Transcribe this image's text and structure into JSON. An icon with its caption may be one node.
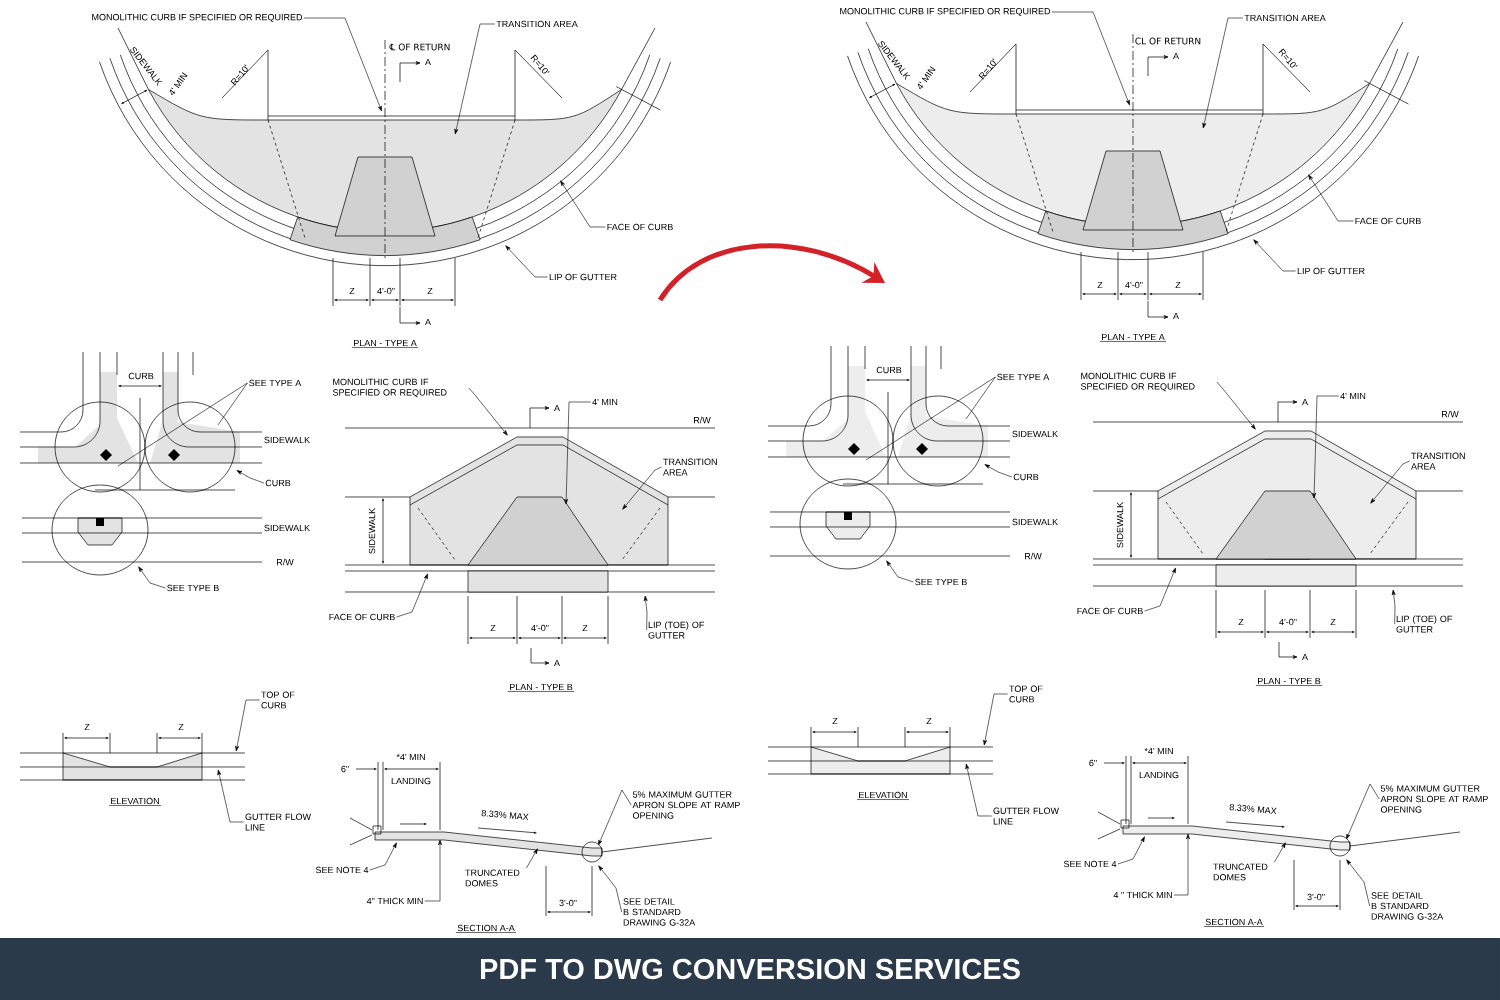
{
  "diagram": {
    "title": "PDF TO DWG CONVERSION SERVICES",
    "nodes": [
      {
        "text": [
          "MONOLITHIC CURB IF SPECIFIED OR REQUIRED"
        ]
      },
      {
        "text": [
          "TRANSITION AREA"
        ]
      },
      {
        "text": [
          "FACE OF CURB"
        ]
      },
      {
        "text": [
          "LIP OF GUTTER"
        ]
      },
      {
        "text": [
          "SEE TYPE A"
        ]
      },
      {
        "text": [
          "CURB"
        ]
      },
      {
        "text": [
          "SEE TYPE B"
        ]
      },
      {
        "text": [
          "MONOLITHIC CURB IF SPECIFIED OR REQUIRED"
        ]
      },
      {
        "text": [
          "4' MIN"
        ]
      },
      {
        "text": [
          "TRANSITION AREA"
        ]
      },
      {
        "text": [
          "FACE OF CURB"
        ]
      },
      {
        "text": [
          "LIP (TOE) OF GUTTER"
        ]
      },
      {
        "text": [
          "TOP OF CURB"
        ]
      },
      {
        "text": [
          "GUTTER FLOW LINE"
        ]
      },
      {
        "text": [
          "5% MAXIMUM GUTTER APRON SLOPE AT RAMP OPENING"
        ]
      },
      {
        "text": [
          "SEE NOTE 4"
        ]
      },
      {
        "text": [
          "TRUNCATED DOMES"
        ]
      },
      {
        "text": [
          "4\" THICK MIN"
        ]
      },
      {
        "text": [
          "SEE DETAIL B STANDARD DRAWING G-32A"
        ]
      },
      {
        "text": [
          "MONOLITHIC CURB IF SPECIFIED OR REQUIRED"
        ]
      },
      {
        "text": [
          "TRANSITION AREA"
        ]
      },
      {
        "text": [
          "FACE OF CURB"
        ]
      },
      {
        "text": [
          "LIP OF GUTTER"
        ]
      },
      {
        "text": [
          "SEE TYPE A"
        ]
      },
      {
        "text": [
          "CURB"
        ]
      },
      {
        "text": [
          "SEE TYPE B"
        ]
      },
      {
        "text": [
          "MONOLITHIC CURB IF SPECIFIED OR REQUIRED"
        ]
      },
      {
        "text": [
          "4' MIN"
        ]
      },
      {
        "text": [
          "TRANSITION AREA"
        ]
      },
      {
        "text": [
          "FACE OF CURB"
        ]
      },
      {
        "text": [
          "LIP (TOE) OF GUTTER"
        ]
      },
      {
        "text": [
          "TOP OF CURB"
        ]
      },
      {
        "text": [
          "GUTTER FLOW LINE"
        ]
      },
      {
        "text": [
          "5% MAXIMUM GUTTER APRON SLOPE AT RAMP OPENING"
        ]
      },
      {
        "text": [
          "SEE NOTE 4"
        ]
      },
      {
        "text": [
          "TRUNCATED DOMES"
        ]
      },
      {
        "text": [
          "4 \" THICK MIN"
        ]
      },
      {
        "text": [
          "SEE DETAIL B STANDARD DRAWING G-32A"
        ]
      }
    ],
    "edges": [
      {
        "from": 0,
        "to": null,
        "arrow": "to"
      },
      {
        "from": 1,
        "to": null,
        "arrow": "to"
      },
      {
        "from": 2,
        "to": null,
        "arrow": "to"
      },
      {
        "from": 3,
        "to": null,
        "arrow": "to"
      },
      {
        "from": 4,
        "to": null,
        "arrow": "none"
      },
      {
        "from": 4,
        "to": null,
        "arrow": "none"
      },
      {
        "from": 5,
        "to": null,
        "arrow": "to"
      },
      {
        "from": 6,
        "to": null,
        "arrow": "to"
      },
      {
        "from": 7,
        "to": null,
        "arrow": "to"
      },
      {
        "from": 8,
        "to": null,
        "arrow": "to"
      },
      {
        "from": 9,
        "to": null,
        "arrow": "to"
      },
      {
        "from": 10,
        "to": null,
        "arrow": "to"
      },
      {
        "from": 11,
        "to": null,
        "arrow": "to"
      },
      {
        "from": 12,
        "to": null,
        "arrow": "to"
      },
      {
        "from": 13,
        "to": null,
        "arrow": "to"
      },
      {
        "from": 14,
        "to": null,
        "arrow": "to"
      },
      {
        "from": 15,
        "to": null,
        "arrow": "to"
      },
      {
        "from": 16,
        "to": null,
        "arrow": "to"
      },
      {
        "from": 17,
        "to": null,
        "arrow": "to"
      },
      {
        "from": 18,
        "to": null,
        "arrow": "to"
      },
      {
        "from": 19,
        "to": null,
        "arrow": "to"
      },
      {
        "from": 20,
        "to": null,
        "arrow": "to"
      },
      {
        "from": 21,
        "to": null,
        "arrow": "to"
      },
      {
        "from": 22,
        "to": null,
        "arrow": "to"
      },
      {
        "from": 23,
        "to": null,
        "arrow": "none"
      },
      {
        "from": 23,
        "to": null,
        "arrow": "none"
      },
      {
        "from": 24,
        "to": null,
        "arrow": "to"
      },
      {
        "from": 25,
        "to": null,
        "arrow": "to"
      },
      {
        "from": 26,
        "to": null,
        "arrow": "to"
      },
      {
        "from": 27,
        "to": null,
        "arrow": "to"
      },
      {
        "from": 28,
        "to": null,
        "arrow": "to"
      },
      {
        "from": 29,
        "to": null,
        "arrow": "to"
      },
      {
        "from": 30,
        "to": null,
        "arrow": "to"
      },
      {
        "from": 31,
        "to": null,
        "arrow": "to"
      },
      {
        "from": 32,
        "to": null,
        "arrow": "to"
      },
      {
        "from": 33,
        "to": null,
        "arrow": "to"
      },
      {
        "from": 34,
        "to": null,
        "arrow": "to"
      },
      {
        "from": 35,
        "to": null,
        "arrow": "to"
      },
      {
        "from": 36,
        "to": null,
        "arrow": "to"
      },
      {
        "from": 37,
        "to": null,
        "arrow": "to"
      }
    ],
    "labels": [
      "SIDEWALK",
      "4' MIN",
      "R=10'",
      "R=10'",
      "℄ OF RETURN",
      "A",
      "Z",
      "4'-0\"",
      "Z",
      "A",
      "PLAN - TYPE A",
      "CURB",
      "SIDEWALK",
      "SIDEWALK",
      "R/W",
      "A",
      "R/W",
      "SIDEWALK",
      "Z",
      "4'-0\"",
      "Z",
      "A",
      "PLAN - TYPE B",
      "Z",
      "Z",
      "ELEVATION",
      "6\"",
      "*4' MIN",
      "LANDING",
      "8.33% MAX",
      "3'-0\"",
      "SECTION A-A",
      "SIDEWALK",
      "4' MIN",
      "R=10'",
      "R=10'",
      "CL OF RETURN",
      "A",
      "Z",
      "4'-0\"",
      "Z",
      "A",
      "PLAN - TYPE A",
      "CURB",
      "SIDEWALK",
      "SIDEWALK",
      "R/W",
      "A",
      "R/W",
      "SIDEWALK",
      "Z",
      "4'-0\"",
      "Z",
      "A",
      "PLAN - TYPE B",
      "Z",
      "Z",
      "ELEVATION",
      "6\"",
      "*4' MIN",
      "LANDING",
      "8.33% MAX",
      "3'-0\"",
      "SECTION A-A"
    ]
  }
}
